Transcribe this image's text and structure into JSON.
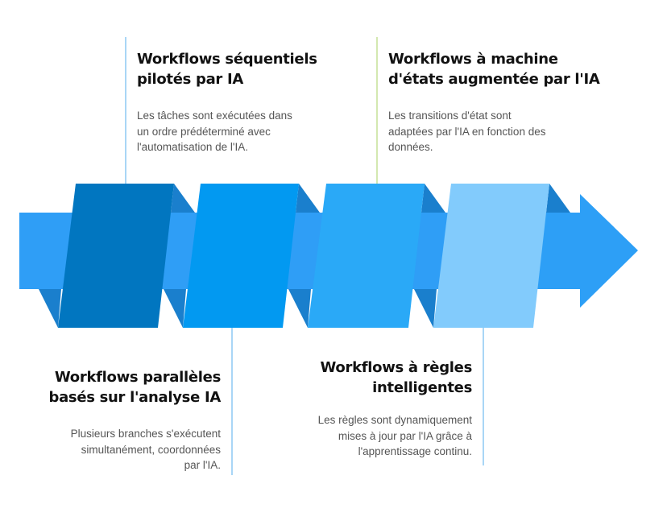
{
  "colors": {
    "ribbon": "#2f9ef6",
    "ribbon_fold": "#1a7fcd",
    "segment_1": "#0176c0",
    "segment_2": "#0299f1",
    "segment_3": "#2aa9f7",
    "segment_4": "#82cbfc",
    "arrow_head": "#2d9ff6",
    "connector_blue": "#a9d6f6",
    "connector_green": "#d4e8b1"
  },
  "stages": [
    {
      "title": "Workflows séquentiels pilotés par IA",
      "description": "Les tâches sont exécutées dans un ordre prédéterminé avec l'automatisation de l'IA.",
      "position": "top",
      "connector_color": "connector_blue"
    },
    {
      "title": "Workflows parallèles basés sur l'analyse IA",
      "description": "Plusieurs branches s'exécutent simultanément, coordonnées par l'IA.",
      "position": "bottom",
      "connector_color": "connector_blue"
    },
    {
      "title": "Workflows à machine d'états augmentée par l'IA",
      "description": "Les transitions d'état sont adaptées par l'IA en fonction des données.",
      "position": "top",
      "connector_color": "connector_green"
    },
    {
      "title": "Workflows à règles intelligentes",
      "description": "Les règles sont dynamiquement mises à jour par l'IA grâce à l'apprentissage continu.",
      "position": "bottom",
      "connector_color": "connector_blue"
    }
  ]
}
